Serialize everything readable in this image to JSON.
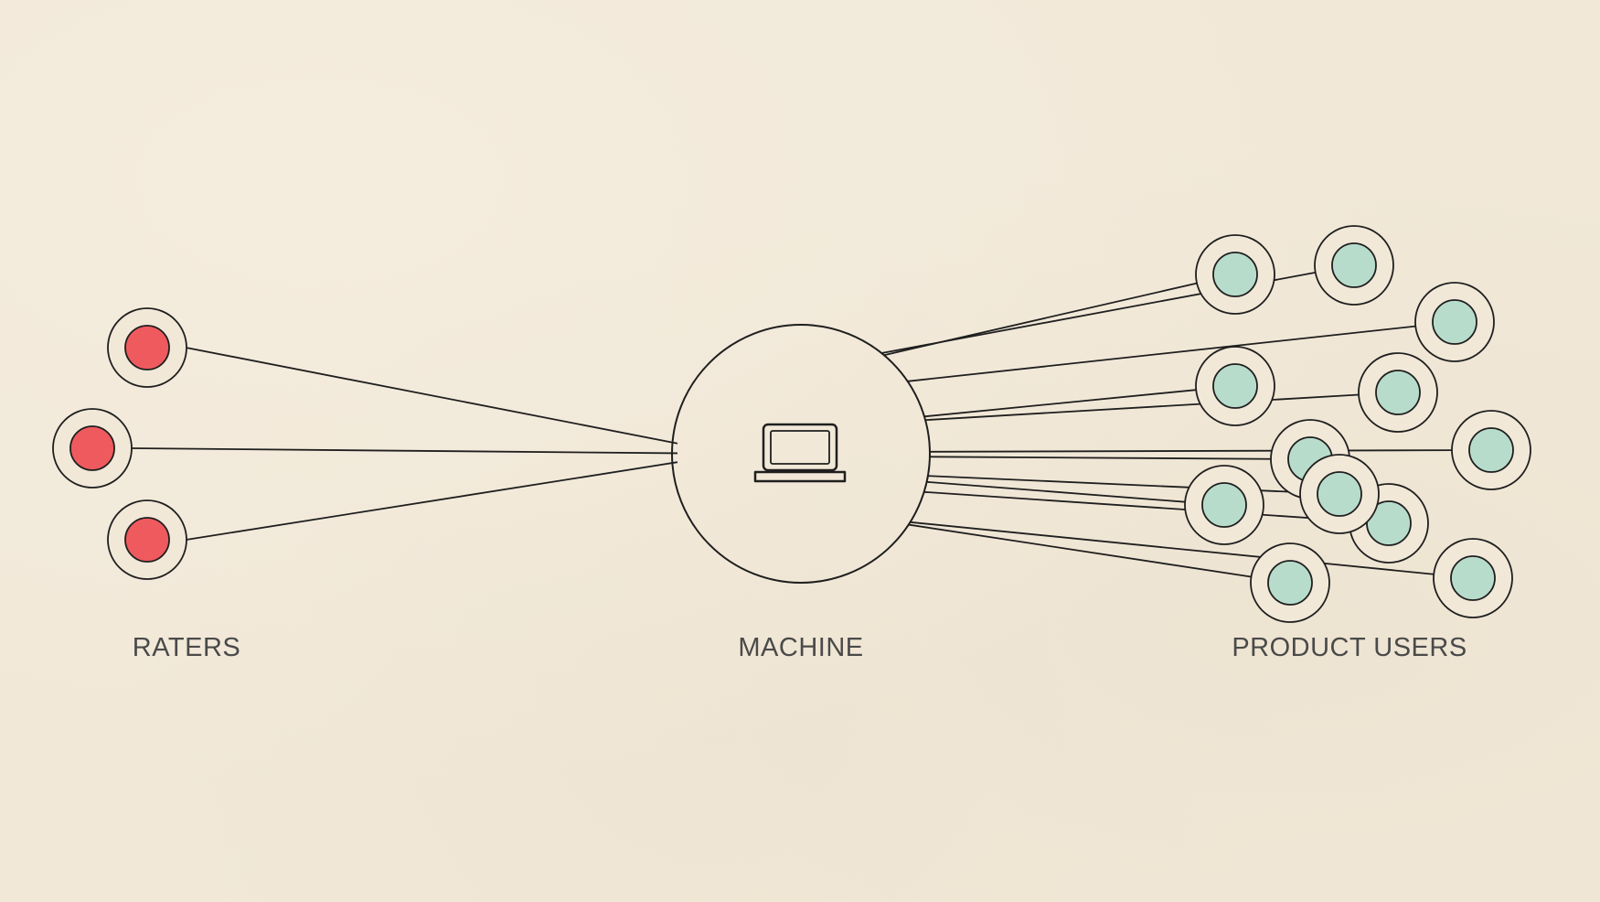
{
  "labels": {
    "raters": "RATERS",
    "machine": "MACHINE",
    "users": "PRODUCT USERS"
  },
  "colors": {
    "background": "#f1e8d8",
    "ink": "#1f1f1f",
    "rater_fill": "#ef5a5e",
    "user_fill": "#b8dccb",
    "label_text": "#4a4a4a"
  },
  "nodes": {
    "raters_count": 3,
    "users_count": 12
  },
  "icons": {
    "machine": "laptop-icon"
  }
}
